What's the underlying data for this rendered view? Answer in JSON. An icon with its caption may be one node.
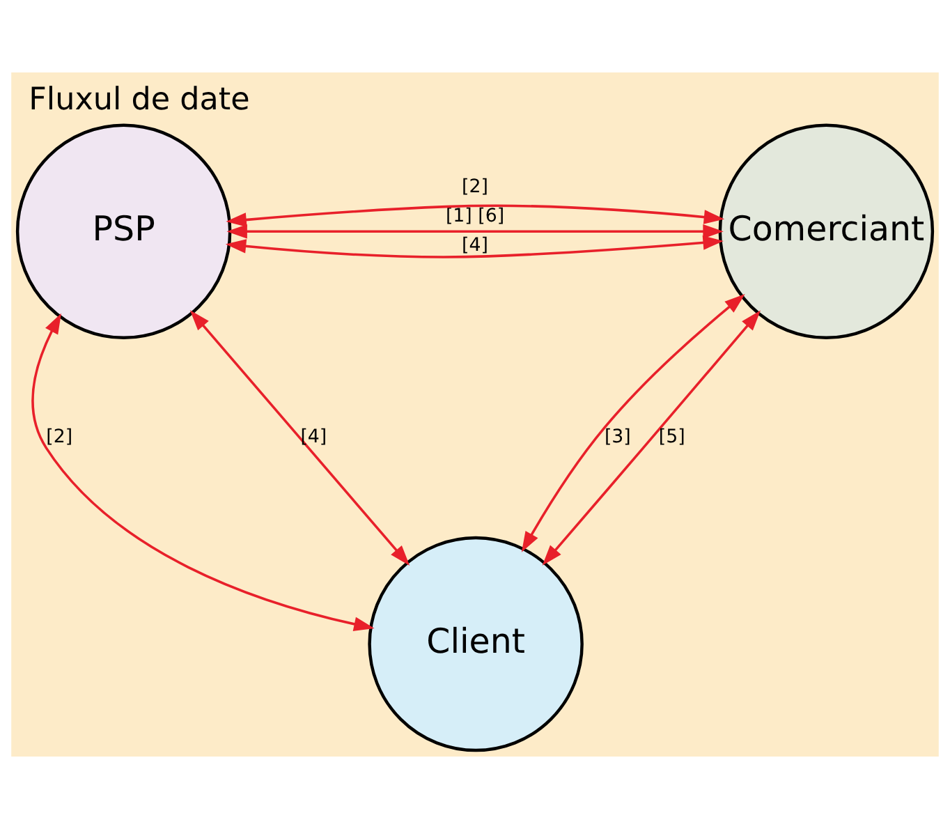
{
  "diagram": {
    "title": "Fluxul de date",
    "nodes": [
      {
        "text": [
          "PSP"
        ]
      },
      {
        "text": [
          "Comerciant"
        ]
      },
      {
        "text": [
          "Client"
        ]
      }
    ],
    "edges": [
      {
        "from": 0,
        "to": 1,
        "arrow": "both",
        "label": "[1] [6]"
      },
      {
        "from": 0,
        "to": 1,
        "arrow": "both",
        "label": "[4]"
      },
      {
        "from": 0,
        "to": 1,
        "arrow": "both",
        "label": "[2]"
      },
      {
        "from": 0,
        "to": 2,
        "arrow": "both",
        "label": "[2]"
      },
      {
        "from": 0,
        "to": 2,
        "arrow": "both",
        "label": "[4]"
      },
      {
        "from": 1,
        "to": 2,
        "arrow": "both",
        "label": "[3]"
      },
      {
        "from": 1,
        "to": 2,
        "arrow": "both",
        "label": "[5]"
      }
    ]
  }
}
